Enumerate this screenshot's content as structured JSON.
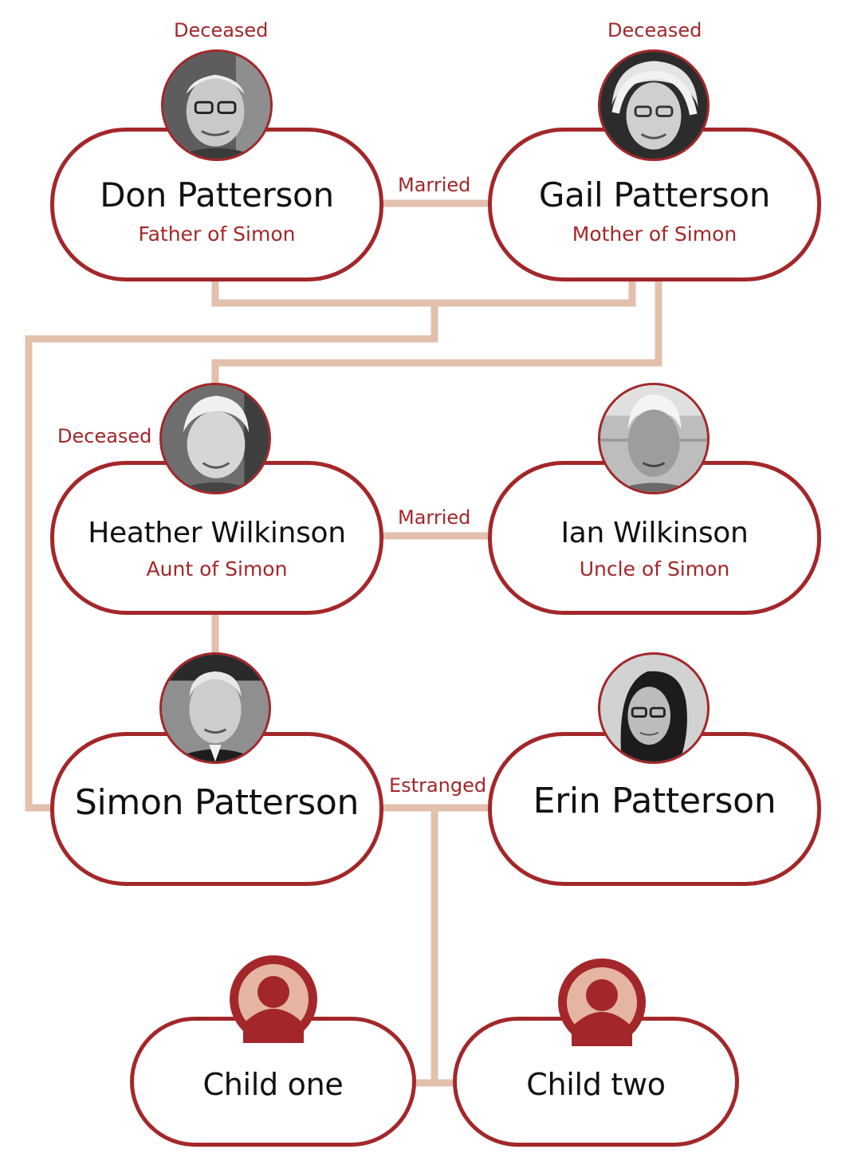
{
  "people": {
    "don": {
      "name": "Don Patterson",
      "relation": "Father of Simon",
      "status": "Deceased",
      "photo_icon": "elderly-man-photo"
    },
    "gail": {
      "name": "Gail Patterson",
      "relation": "Mother of Simon",
      "status": "Deceased",
      "photo_icon": "elderly-woman-photo"
    },
    "heather": {
      "name": "Heather Wilkinson",
      "relation": "Aunt of Simon",
      "status": "Deceased",
      "photo_icon": "elderly-woman-photo"
    },
    "ian": {
      "name": "Ian Wilkinson",
      "relation": "Uncle of Simon",
      "photo_icon": "elderly-man-photo"
    },
    "simon": {
      "name": "Simon Patterson",
      "photo_icon": "man-photo"
    },
    "erin": {
      "name": "Erin Patterson",
      "photo_icon": "woman-photo"
    },
    "child1": {
      "name": "Child one",
      "photo_icon": "person-silhouette-icon"
    },
    "child2": {
      "name": "Child two",
      "photo_icon": "person-silhouette-icon"
    }
  },
  "links": {
    "don_gail": "Married",
    "heather_ian": "Married",
    "simon_erin": "Estranged"
  },
  "colors": {
    "accent": "#a3272a",
    "connector": "#e3bfad",
    "avatar_light": "#e6b5a1"
  }
}
